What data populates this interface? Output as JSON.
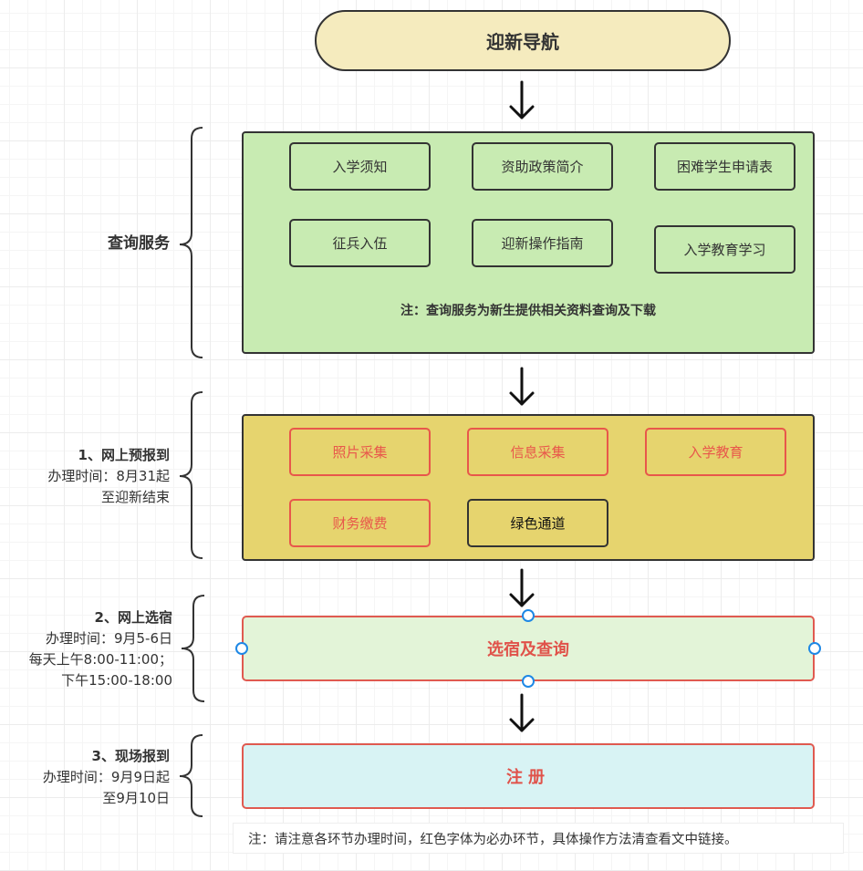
{
  "title": "迎新导航",
  "query_service": {
    "side_label": "查询服务",
    "items": [
      "入学须知",
      "资助政策简介",
      "困难学生申请表",
      "征兵入伍",
      "迎新操作指南",
      "入学教育学习"
    ],
    "note": "注：查询服务为新生提供相关资料查询及下载"
  },
  "online_preregistration": {
    "heading": "1、网上预报到",
    "time_line1": "办理时间：8月31起",
    "time_line2": "至迎新结束",
    "items": [
      {
        "label": "照片采集",
        "required": true
      },
      {
        "label": "信息采集",
        "required": true
      },
      {
        "label": "入学教育",
        "required": true
      },
      {
        "label": "财务缴费",
        "required": true
      },
      {
        "label": "绿色通道",
        "required": false
      }
    ]
  },
  "online_dorm": {
    "heading": "2、网上选宿",
    "time_line1": "办理时间：9月5-6日",
    "time_line2": "每天上午8:00-11:00；",
    "time_line3": "下午15:00-18:00",
    "box_label": "选宿及查询"
  },
  "onsite_registration": {
    "heading": "3、现场报到",
    "time_line1": "办理时间：9月9日起",
    "time_line2": "至9月10日",
    "box_label": "注册"
  },
  "bottom_note": "注：请注意各环节办理时间，红色字体为必办环节，具体操作方法清查看文中链接。",
  "colors": {
    "required_red": "#e8574b",
    "title_fill": "#f5ebbe",
    "query_fill": "#c8ebb2",
    "prereg_fill": "#e6d46e",
    "dorm_fill": "#e3f4d8",
    "register_fill": "#d8f3f4",
    "handle_blue": "#1e88e5"
  }
}
